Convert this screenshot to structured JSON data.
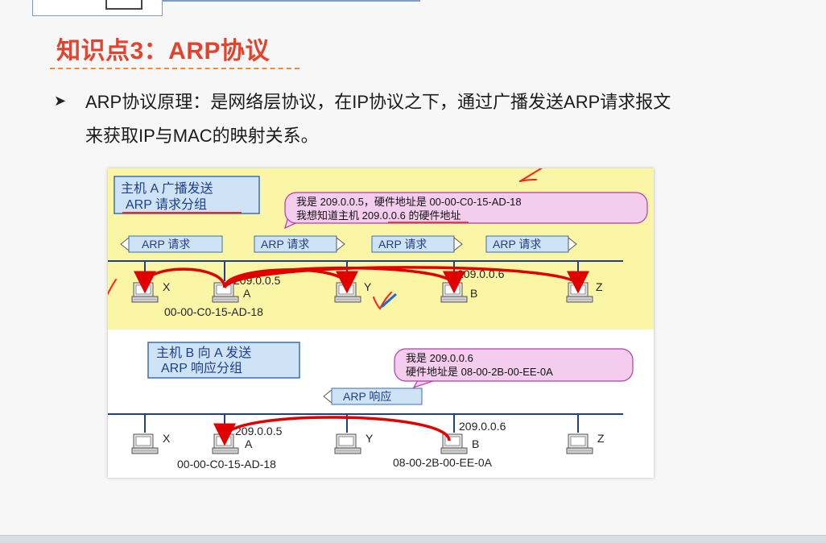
{
  "slide": {
    "title": "知识点3：ARP协议",
    "bullet_line1": "ARP协议原理：是网络层协议，在IP协议之下，通过广播发送ARP请求报文",
    "bullet_line2": "来获取IP与MAC的映射关系。"
  },
  "figure": {
    "request": {
      "caption_line1": "主机 A 广播发送",
      "caption_line2": "ARP 请求分组",
      "bubble_line1": "我是 209.0.0.5，硬件地址是 00-00-C0-15-AD-18",
      "bubble_line2": "我想知道主机 209.0.0.6 的硬件地址",
      "arrow_label": "ARP 请求",
      "hosts": {
        "x": "X",
        "a": "A",
        "y": "Y",
        "b": "B",
        "z": "Z"
      },
      "ip_a": "209.0.0.5",
      "ip_b": "209.0.0.6",
      "mac_a": "00-00-C0-15-AD-18"
    },
    "reply": {
      "caption_line1": "主机 B 向 A 发送",
      "caption_line2": "ARP 响应分组",
      "bubble_line1": "我是 209.0.0.6",
      "bubble_line2": "硬件地址是 08-00-2B-00-EE-0A",
      "arrow_label": "ARP 响应",
      "hosts": {
        "x": "X",
        "a": "A",
        "y": "Y",
        "b": "B",
        "z": "Z"
      },
      "ip_a": "209.0.0.5",
      "ip_b": "209.0.0.6",
      "mac_a": "00-00-C0-15-AD-18",
      "mac_b": "08-00-2B-00-EE-0A"
    }
  },
  "colors": {
    "title": "#e2432d",
    "top_panel": "#fbf6a6",
    "caption_box": "#cfe3f7",
    "bubble": "#f4cdee",
    "arrow": "#e00000",
    "annotation": "#ff2020"
  }
}
